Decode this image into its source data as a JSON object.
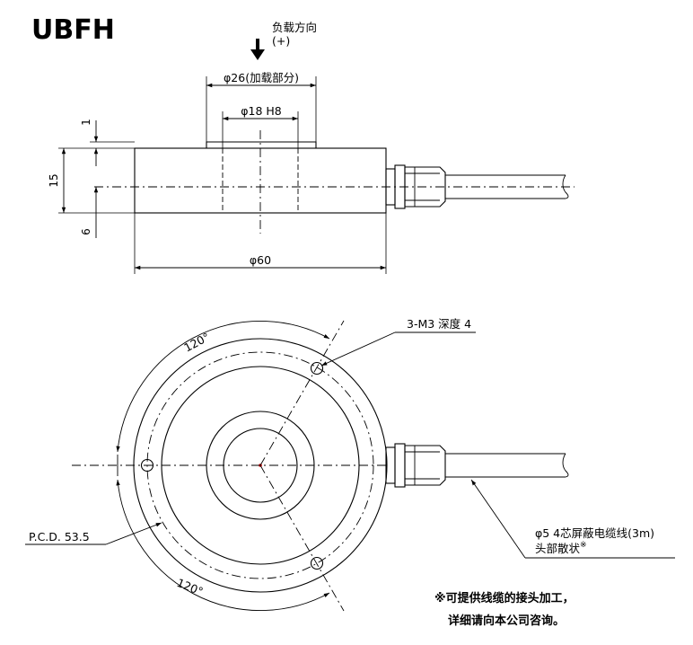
{
  "title": "UBFH",
  "load_direction": {
    "label": "负载方向",
    "sign": "(+)"
  },
  "dimensions": {
    "load_part_diameter": "φ26(加载部分)",
    "bore": "φ18 H8",
    "outer_diameter": "φ60",
    "height": "15",
    "step_height": "1",
    "lower_offset": "6"
  },
  "bottom_view": {
    "threads": "3-M3 深度 4",
    "angle_top": "120°",
    "angle_bottom": "120°",
    "pcd": "P.C.D. 53.5"
  },
  "cable": {
    "line1": "φ5 4芯屏蔽电缆线(3m)",
    "line2": "头部散状",
    "mark": "※"
  },
  "footnote": {
    "line1": "※可提供线缆的接头加工，",
    "line2": "详细请向本公司咨询。"
  }
}
